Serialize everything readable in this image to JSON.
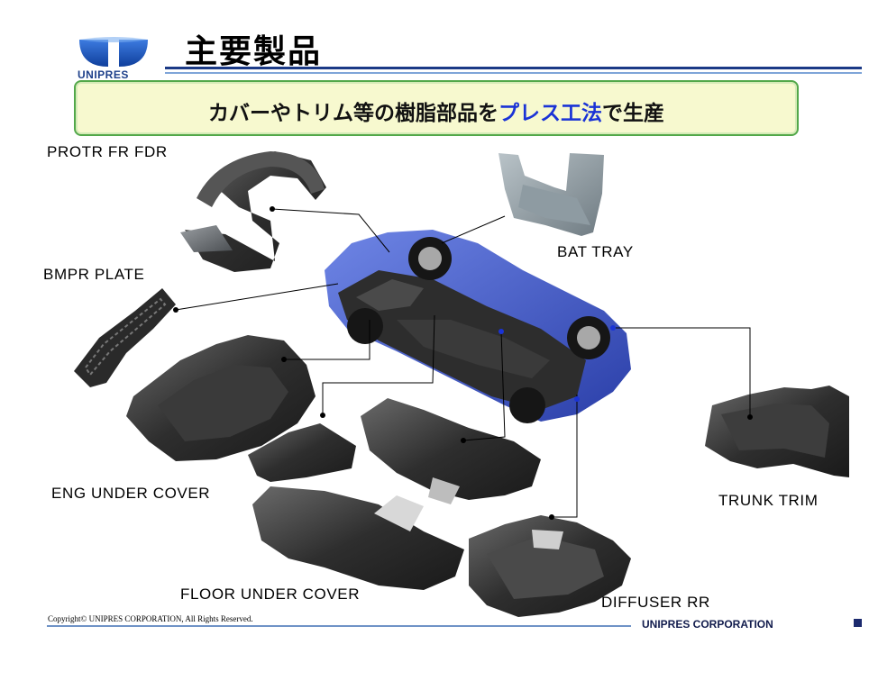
{
  "header": {
    "title": "主要製品",
    "logo_text": "UNIPRES"
  },
  "banner": {
    "text_before": "カバーやトリム等の樹脂部品を",
    "text_highlight": "プレス工法",
    "text_after": "で生産"
  },
  "parts": {
    "protr_fr_fdr": "PROTR  FR  FDR",
    "bat_tray": "BAT TRAY",
    "bmpr_plate": "BMPR  PLATE",
    "eng_under_cover": "ENG UNDER COVER",
    "trunk_trim": "TRUNK TRIM",
    "floor_under_cover": "FLOOR UNDER COVER",
    "diffuser_rr": "DIFFUSER  RR"
  },
  "footer": {
    "copyright": "Copyright© UNIPRES CORPORATION, All Rights Reserved.",
    "corporation": "UNIPRES CORPORATION"
  },
  "colors": {
    "accent_blue": "#1a33d6",
    "banner_bg": "#f7f9cf",
    "banner_border": "#53a84a",
    "car_body": "#4a5fc9",
    "logo_blue": "#1d3f8a"
  }
}
